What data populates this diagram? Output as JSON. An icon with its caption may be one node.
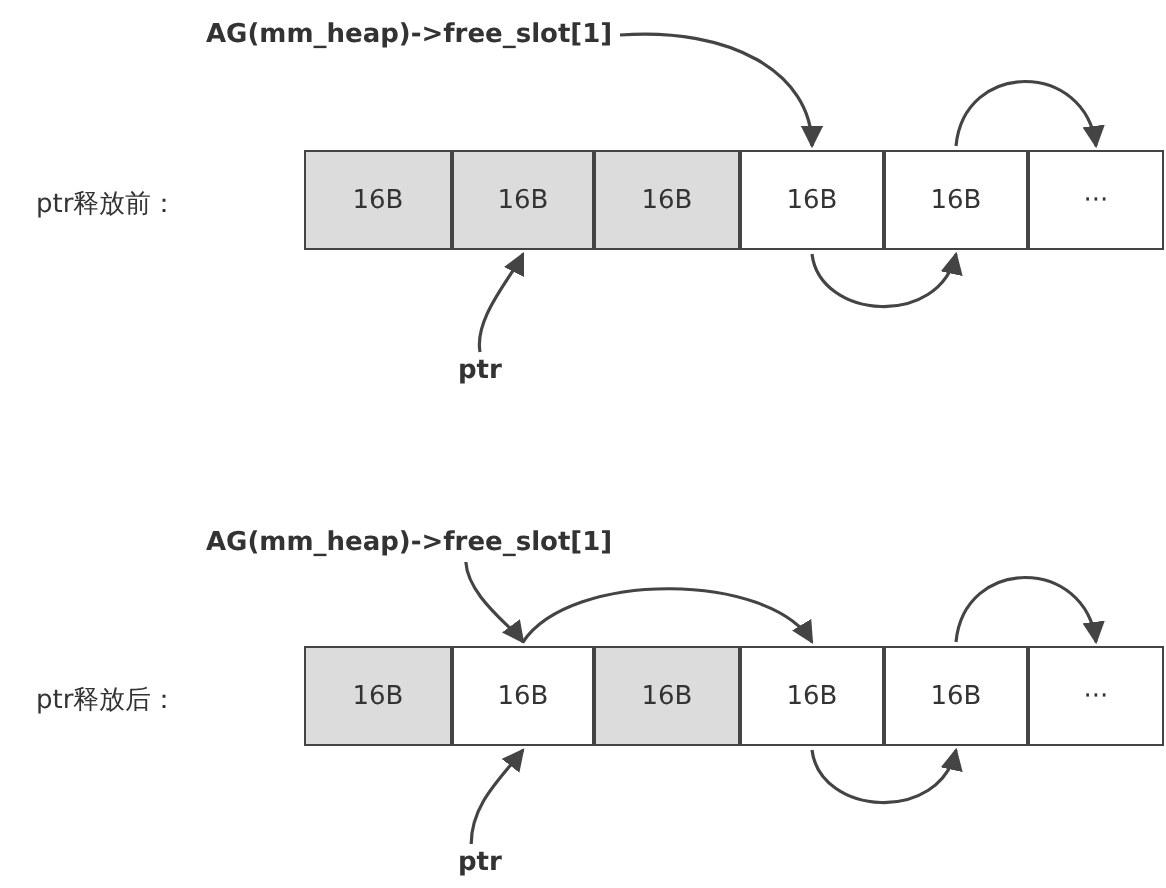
{
  "diagram": {
    "nodes": [
      {
        "text": [
          "AG(mm_heap)->free_slot[1]"
        ]
      },
      {
        "text": [
          "16B"
        ]
      },
      {
        "text": [
          "16B"
        ]
      },
      {
        "text": [
          "16B"
        ]
      },
      {
        "text": [
          "16B"
        ]
      },
      {
        "text": [
          "16B"
        ]
      },
      {
        "text": [
          "···"
        ]
      },
      {
        "text": [
          "ptr"
        ]
      },
      {
        "text": [
          "AG(mm_heap)->free_slot[1]"
        ]
      },
      {
        "text": [
          "16B"
        ]
      },
      {
        "text": [
          "16B"
        ]
      },
      {
        "text": [
          "16B"
        ]
      },
      {
        "text": [
          "16B"
        ]
      },
      {
        "text": [
          "16B"
        ]
      },
      {
        "text": [
          "···"
        ]
      },
      {
        "text": [
          "ptr"
        ]
      }
    ],
    "edges": [
      {
        "from": 0,
        "to": 4,
        "arrow": "to"
      },
      {
        "from": 4,
        "to": 5,
        "arrow": "to"
      },
      {
        "from": 5,
        "to": 6,
        "arrow": "to"
      },
      {
        "from": 7,
        "to": 2,
        "arrow": "to"
      },
      {
        "from": 8,
        "to": 10,
        "arrow": "to"
      },
      {
        "from": 10,
        "to": 12,
        "arrow": "to"
      },
      {
        "from": 12,
        "to": 13,
        "arrow": "to"
      },
      {
        "from": 13,
        "to": 14,
        "arrow": "to"
      },
      {
        "from": 15,
        "to": 10,
        "arrow": "to"
      }
    ],
    "labels": [
      "ptr释放前：",
      "ptr释放后："
    ]
  }
}
